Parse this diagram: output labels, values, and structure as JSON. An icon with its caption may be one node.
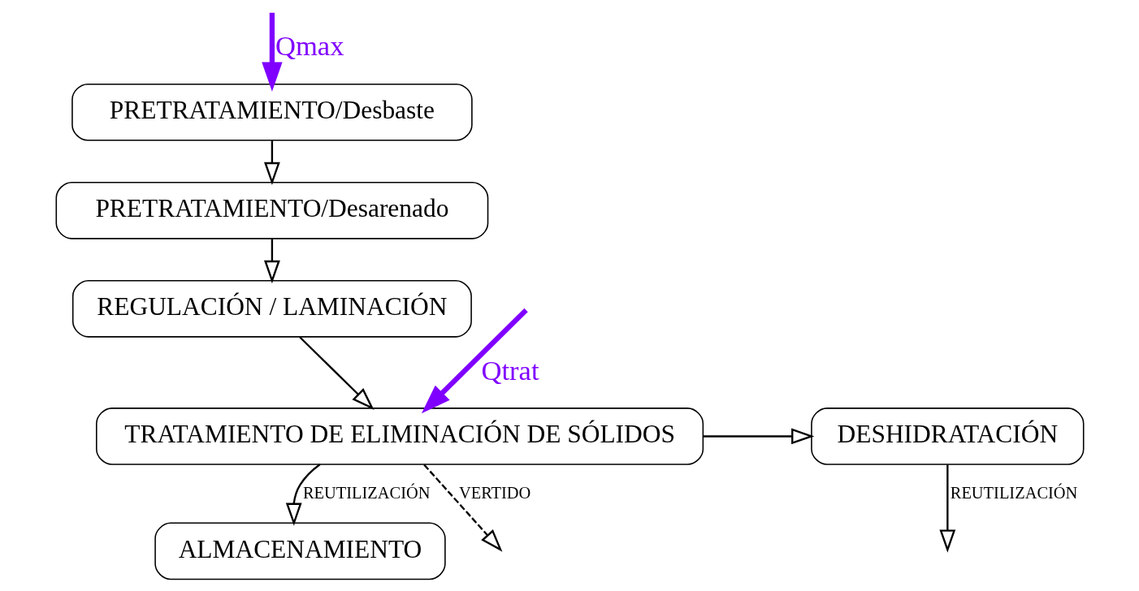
{
  "diagram": {
    "nodes": [
      {
        "text": [
          "PRETRATAMIENTO/Desbaste"
        ]
      },
      {
        "text": [
          "PRETRATAMIENTO/Desarenado"
        ]
      },
      {
        "text": [
          "REGULACIÓN / LAMINACIÓN"
        ]
      },
      {
        "text": [
          "TRATAMIENTO DE ELIMINACIÓN DE SÓLIDOS"
        ]
      },
      {
        "text": [
          "DESHIDRATACIÓN"
        ]
      },
      {
        "text": [
          "ALMACENAMIENTO"
        ]
      }
    ],
    "edges": [
      {
        "from": null,
        "to": 0,
        "arrow": "to",
        "label": "Qmax",
        "style": "thick",
        "color": "#8000ff"
      },
      {
        "from": 0,
        "to": 1,
        "arrow": "to"
      },
      {
        "from": 1,
        "to": 2,
        "arrow": "to"
      },
      {
        "from": 2,
        "to": 3,
        "arrow": "to"
      },
      {
        "from": null,
        "to": 3,
        "arrow": "to",
        "label": "Qtrat",
        "style": "thick",
        "color": "#8000ff"
      },
      {
        "from": 3,
        "to": 4,
        "arrow": "to"
      },
      {
        "from": 3,
        "to": null,
        "arrow": "to",
        "label": "VERTIDO",
        "style": "dashed"
      },
      {
        "from": 3,
        "to": 5,
        "arrow": "to",
        "label": "REUTILIZACIÓN"
      },
      {
        "from": 4,
        "to": null,
        "arrow": "to",
        "label": "REUTILIZACIÓN"
      }
    ]
  }
}
